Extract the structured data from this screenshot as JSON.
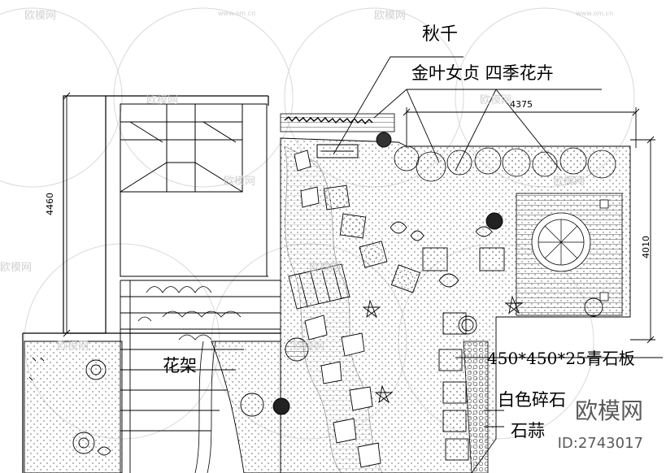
{
  "labels": {
    "swing": "秋千",
    "plants": "金叶女贞  四季花卉",
    "pergola": "花架",
    "stone_slab": "450*450*25青石板",
    "white_gravel": "白色碎石",
    "garlic": "石蒜"
  },
  "dimensions": {
    "top": "4375",
    "left": "4460",
    "right": "4010"
  },
  "watermark": {
    "brand": "欧模网",
    "url": "www.om.cn",
    "id": "ID:2743017"
  },
  "colors": {
    "line": "#000000",
    "watermark": "#c9c9c9"
  }
}
